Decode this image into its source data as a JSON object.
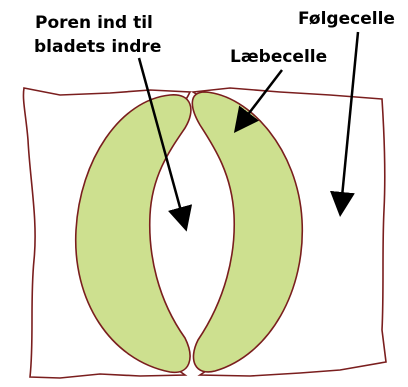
{
  "labels": {
    "pore_line1": "Poren ind til",
    "pore_line2": "bladets indre",
    "guard_cell": "Læbecelle",
    "subsidiary_cell": "Følgecelle"
  },
  "colors": {
    "cell_outline": "#7a1e1e",
    "guard_fill": "#cde08f",
    "background": "#ffffff",
    "arrow": "#000000"
  }
}
